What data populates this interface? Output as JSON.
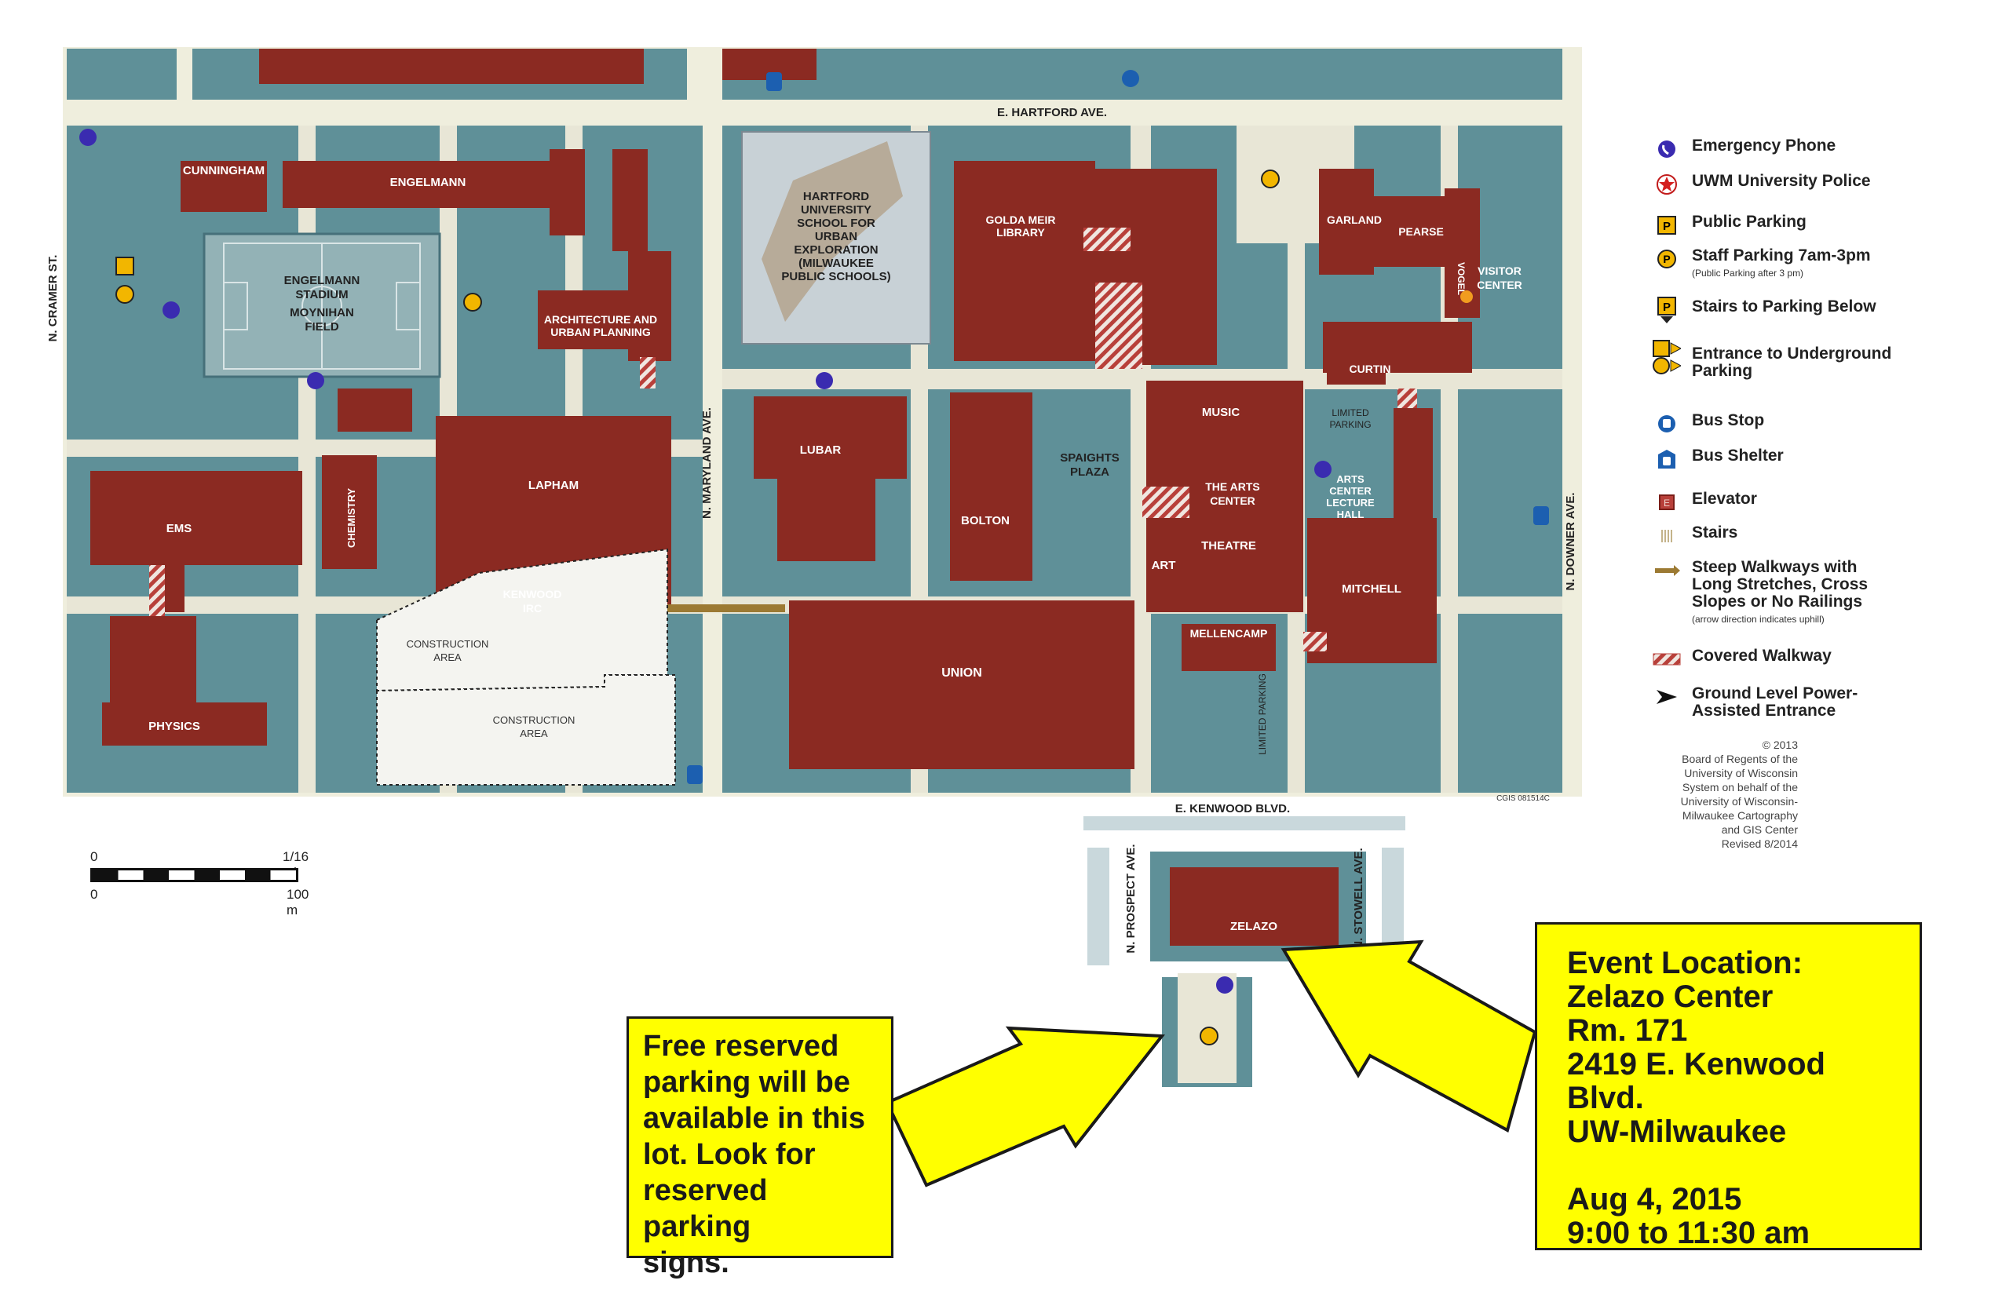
{
  "streets": {
    "hartford": "E. HARTFORD AVE.",
    "kenwood": "E. KENWOOD BLVD.",
    "cramer": "N. CRAMER ST.",
    "maryland": "N. MARYLAND AVE.",
    "downer": "N. DOWNER AVE.",
    "prospect": "N. PROSPECT AVE.",
    "stowell": "N. STOWELL AVE."
  },
  "buildings": {
    "cunningham": "CUNNINGHAM",
    "engelmann": "ENGELMANN",
    "stadium_1": "ENGELMANN",
    "stadium_2": "STADIUM",
    "stadium_3": "MOYNIHAN",
    "stadium_4": "FIELD",
    "arch_1": "ARCHITECTURE AND",
    "arch_2": "URBAN PLANNING",
    "school_1": "HARTFORD",
    "school_2": "UNIVERSITY",
    "school_3": "SCHOOL FOR",
    "school_4": "URBAN",
    "school_5": "EXPLORATION",
    "school_6": "(MILWAUKEE",
    "school_7": "PUBLIC SCHOOLS)",
    "library_1": "GOLDA MEIR",
    "library_2": "LIBRARY",
    "garland": "GARLAND",
    "pearse": "PEARSE",
    "vogel": "VOGEL",
    "visitor_1": "VISITOR",
    "visitor_2": "CENTER",
    "curtin": "CURTIN",
    "ems": "EMS",
    "chemistry": "CHEMISTRY",
    "lapham": "LAPHAM",
    "kenwood_1": "KENWOOD",
    "kenwood_2": "IRC",
    "lubar": "LUBAR",
    "bolton": "BOLTON",
    "spaights_1": "SPAIGHTS",
    "spaights_2": "PLAZA",
    "music": "MUSIC",
    "arts_1": "THE ARTS",
    "arts_2": "CENTER",
    "theatre": "THEATRE",
    "art": "ART",
    "lecture_1": "ARTS",
    "lecture_2": "CENTER",
    "lecture_3": "LECTURE",
    "lecture_4": "HALL",
    "limited_1": "LIMITED",
    "limited_2": "PARKING",
    "limited_v": "LIMITED PARKING",
    "mitchell": "MITCHELL",
    "mellencamp": "MELLENCAMP",
    "union": "UNION",
    "physics": "PHYSICS",
    "construction_1": "CONSTRUCTION",
    "construction_2": "AREA",
    "zelazo": "ZELAZO"
  },
  "scale": {
    "zero_top": "0",
    "mi": "1/16 mi",
    "zero_bottom": "0",
    "m": "100 m"
  },
  "legend": [
    {
      "icon": "emergency-phone-icon",
      "label": "Emergency Phone",
      "sub": ""
    },
    {
      "icon": "police-star-icon",
      "label": "UWM University Police",
      "sub": ""
    },
    {
      "icon": "public-parking-icon",
      "label": "Public Parking",
      "sub": ""
    },
    {
      "icon": "staff-parking-icon",
      "label": "Staff Parking 7am-3pm",
      "sub": "(Public Parking after 3 pm)"
    },
    {
      "icon": "stairs-to-parking-icon",
      "label": "Stairs to Parking Below",
      "sub": ""
    },
    {
      "icon": "underground-parking-icon",
      "label": "Entrance to Underground Parking",
      "sub": ""
    },
    {
      "icon": "bus-stop-icon",
      "label": "Bus Stop",
      "sub": ""
    },
    {
      "icon": "bus-shelter-icon",
      "label": "Bus Shelter",
      "sub": ""
    },
    {
      "icon": "elevator-icon",
      "label": "Elevator",
      "sub": ""
    },
    {
      "icon": "stairs-icon",
      "label": "Stairs",
      "sub": ""
    },
    {
      "icon": "steep-walkway-icon",
      "label": "Steep Walkways with Long Stretches, Cross Slopes or No Railings",
      "sub": "(arrow direction indicates uphill)"
    },
    {
      "icon": "covered-walkway-icon",
      "label": "Covered Walkway",
      "sub": ""
    },
    {
      "icon": "power-entrance-icon",
      "label": "Ground Level Power-Assisted Entrance",
      "sub": ""
    }
  ],
  "credit": [
    "© 2013",
    "Board of Regents of the",
    "University of Wisconsin",
    "System on behalf of the",
    "University of Wisconsin-",
    "Milwaukee Cartography",
    "and GIS Center",
    "Revised 8/2014"
  ],
  "map_code": "CGIS 081514C",
  "callout_parking": {
    "lines": [
      "Free reserved",
      "parking will be",
      "available in this",
      "lot. Look for",
      "reserved parking",
      "signs."
    ]
  },
  "callout_event": {
    "lines": [
      "Event Location:",
      "Zelazo Center",
      "Rm. 171",
      "2419 E. Kenwood Blvd.",
      "UW-Milwaukee",
      "",
      "Aug 4, 2015",
      "9:00 to 11:30 am"
    ]
  },
  "colors": {
    "building": "#8b2a22",
    "block": "#5f9098",
    "path": "#e8e6d6",
    "highlight": "#ffff00",
    "phone": "#3a2bb0",
    "parking": "#f2b600",
    "bus": "#1c5fb0"
  }
}
